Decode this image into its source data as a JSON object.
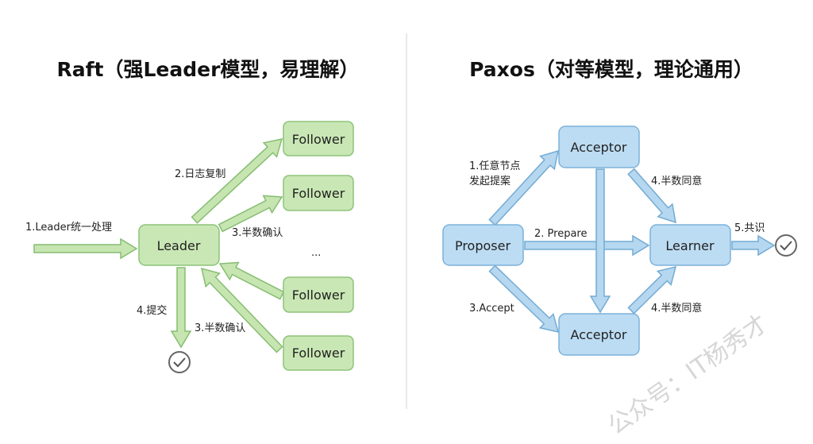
{
  "raft": {
    "title": "Raft（强Leader模型，易理解）",
    "nodes": {
      "leader": "Leader",
      "follower1": "Follower",
      "follower2": "Follower",
      "follower3": "Follower",
      "follower4": "Follower"
    },
    "labels": {
      "step1": "1.Leader统一处理",
      "step2": "2.日志复制",
      "step3a": "3.半数确认",
      "step3b": "3.半数确认",
      "step4": "4.提交",
      "ellipsis": "..."
    }
  },
  "paxos": {
    "title": "Paxos（对等模型，理论通用）",
    "nodes": {
      "proposer": "Proposer",
      "acceptor_top": "Acceptor",
      "acceptor_bottom": "Acceptor",
      "learner": "Learner"
    },
    "labels": {
      "step1_line1": "1.任意节点",
      "step1_line2": "发起提案",
      "step2": "2. Prepare",
      "step3": "3.Accept",
      "step4a": "4.半数同意",
      "step4b": "4.半数同意",
      "step5": "5.共识"
    }
  },
  "watermark": "公众号：IT杨秀才",
  "colors": {
    "green_fill": "#c9e7b4",
    "green_stroke": "#8dc47a",
    "blue_fill": "#bcdcf3",
    "blue_stroke": "#7cb2da"
  }
}
